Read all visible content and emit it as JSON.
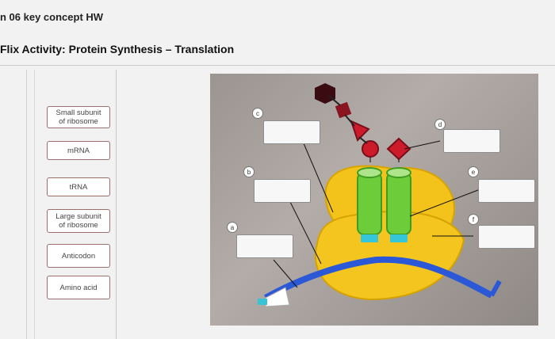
{
  "header": {
    "course": "n 06 key concept HW",
    "title": "Flix Activity: Protein Synthesis – Translation"
  },
  "word_bank": [
    {
      "id": "small-subunit",
      "label": "Small subunit\nof ribosome"
    },
    {
      "id": "mrna",
      "label": "mRNA"
    },
    {
      "id": "trna",
      "label": "tRNA"
    },
    {
      "id": "large-subunit",
      "label": "Large subunit\nof ribosome"
    },
    {
      "id": "anticodon",
      "label": "Anticodon"
    },
    {
      "id": "amino-acid",
      "label": "Amino acid"
    }
  ],
  "targets": {
    "a": "a",
    "b": "b",
    "c": "c",
    "d": "d",
    "e": "e",
    "f": "f"
  },
  "colors": {
    "chip_border": "#9b6f6a",
    "ribosome": "#f3c21b",
    "trna": "#6ccc3a",
    "mrna": "#2a58d6",
    "amino_red": "#cc1b2b",
    "amino_dark": "#8a1420"
  }
}
